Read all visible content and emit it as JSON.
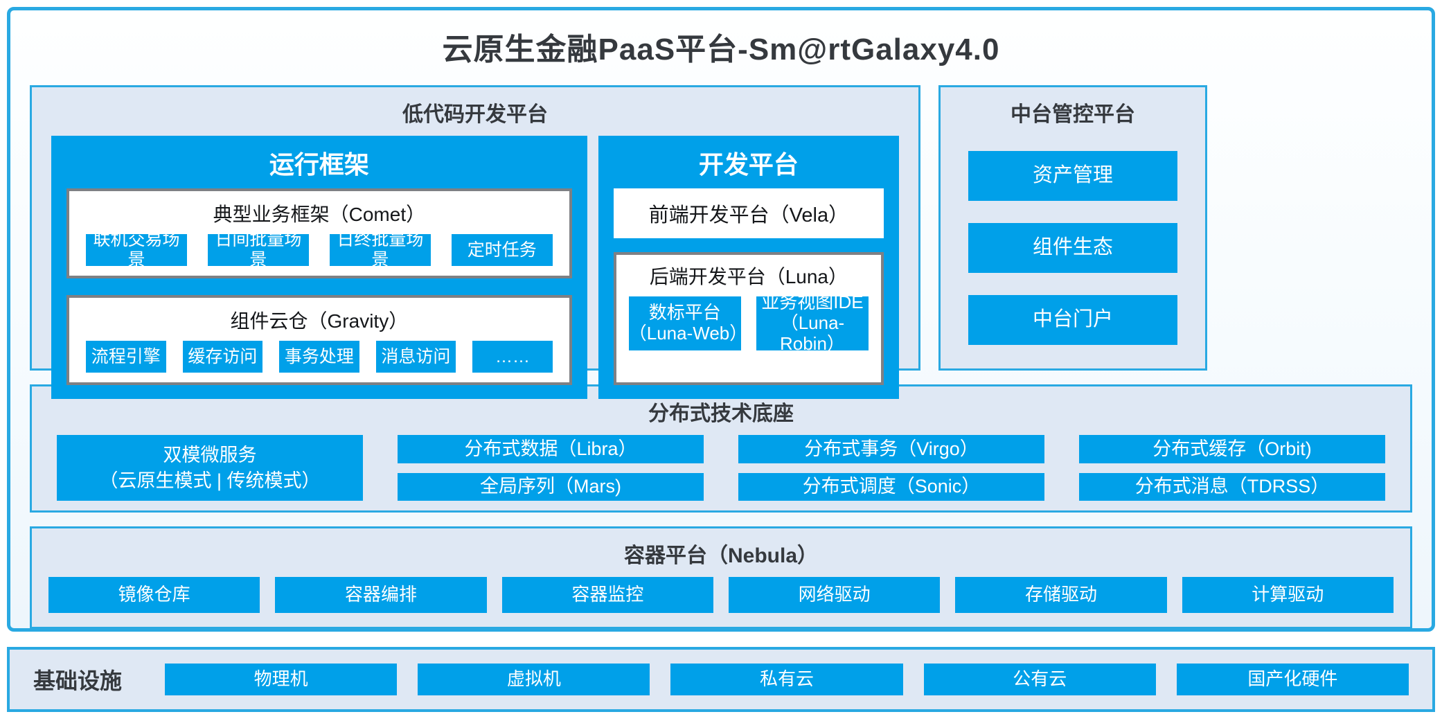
{
  "title": "云原生金融PaaS平台-Sm@rtGalaxy4.0",
  "colors": {
    "accent_blue": "#00A0E9",
    "border_blue": "#29A9E2",
    "panel_background": "#DFE8F4",
    "box_border_gray": "#7E8084",
    "dark_text": "#35393E"
  },
  "low_code": {
    "title": "低代码开发平台",
    "runtime": {
      "title": "运行框架",
      "comet": {
        "title": "典型业务框架（Comet）",
        "items": [
          "联机交易场景",
          "日间批量场景",
          "日终批量场景",
          "定时任务"
        ]
      },
      "gravity": {
        "title": "组件云仓（Gravity）",
        "items": [
          "流程引擎",
          "缓存访问",
          "事务处理",
          "消息访问",
          "……"
        ]
      }
    },
    "dev": {
      "title": "开发平台",
      "vela": "前端开发平台（Vela）",
      "luna": {
        "title": "后端开发平台（Luna）",
        "items": [
          {
            "name": "数标平台",
            "code": "（Luna-Web）"
          },
          {
            "name": "业务视图IDE",
            "code": "（Luna-Robin）"
          }
        ]
      }
    }
  },
  "mid_platform": {
    "title": "中台管控平台",
    "items": [
      "资产管理",
      "组件生态",
      "中台门户"
    ]
  },
  "distributed": {
    "title": "分布式技术底座",
    "dual_mode": {
      "line1": "双模微服务",
      "line2": "（云原生模式 | 传统模式）"
    },
    "columns": [
      {
        "top": "分布式数据（Libra）",
        "bottom": "全局序列（Mars)"
      },
      {
        "top": "分布式事务（Virgo）",
        "bottom": "分布式调度（Sonic）"
      },
      {
        "top": "分布式缓存（Orbit)",
        "bottom": "分布式消息（TDRSS）"
      }
    ]
  },
  "container_platform": {
    "title": "容器平台（Nebula）",
    "items": [
      "镜像仓库",
      "容器编排",
      "容器监控",
      "网络驱动",
      "存储驱动",
      "计算驱动"
    ]
  },
  "infrastructure": {
    "title": "基础设施",
    "items": [
      "物理机",
      "虚拟机",
      "私有云",
      "公有云",
      "国产化硬件"
    ]
  }
}
